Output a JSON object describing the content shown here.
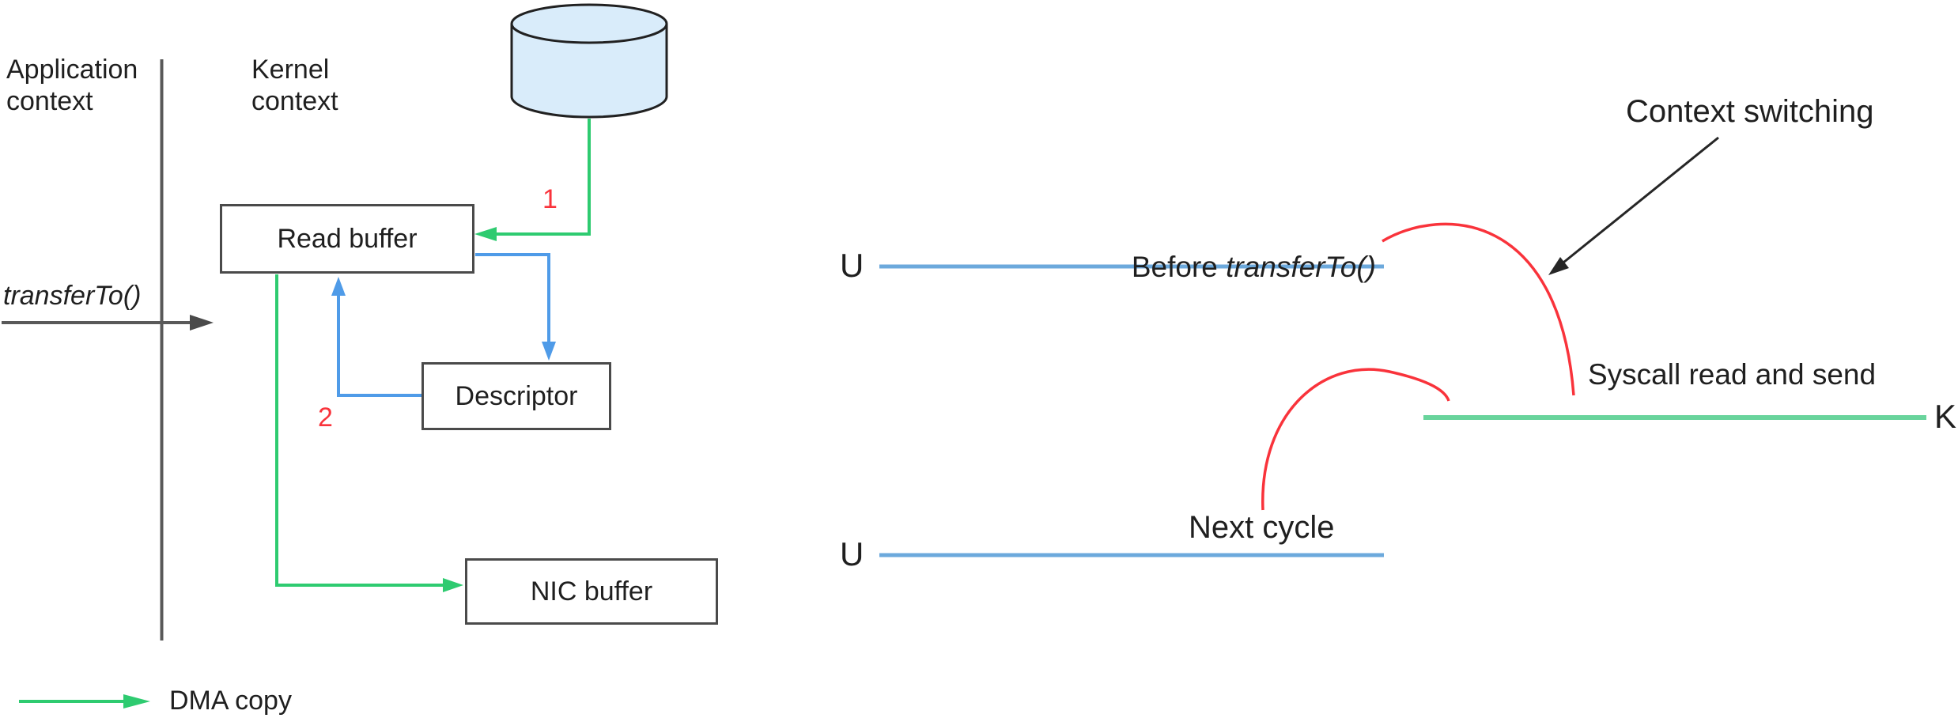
{
  "left_panel": {
    "application_context": "Application\ncontext",
    "kernel_context": "Kernel\ncontext",
    "transfer_to_call": "transferTo()",
    "boxes": {
      "read_buffer": "Read buffer",
      "descriptor": "Descriptor",
      "nic_buffer": "NIC buffer"
    },
    "step_1": "1",
    "step_2": "2",
    "legend": {
      "dma_copy": "DMA copy"
    }
  },
  "right_panel": {
    "context_switching": "Context switching",
    "before_prefix": "Before ",
    "before_fn": "transferTo()",
    "syscall_read_and_send": "Syscall read and send",
    "next_cycle": "Next cycle",
    "timeline_user_1": "U",
    "timeline_user_2": "U",
    "timeline_kernel": "K"
  },
  "icons": {
    "disk_cylinder": "disk-icon",
    "dma_arrows": "green-dma-arrow",
    "cpu_arrows": "blue-cpu-copy-arrow",
    "context_switch_arcs": "red-context-switch-arc"
  },
  "colors": {
    "dma_green": "#2ECB70",
    "cpu_blue": "#4F9BE8",
    "user_line_blue": "#6CA9DC",
    "kernel_line_green": "#69D49C",
    "highlight_red": "#F9333B",
    "border_gray": "#4A4A4A",
    "separator_gray": "#595959",
    "text_dark": "#1F1F1F",
    "cylinder_fill": "#D9ECFA"
  }
}
